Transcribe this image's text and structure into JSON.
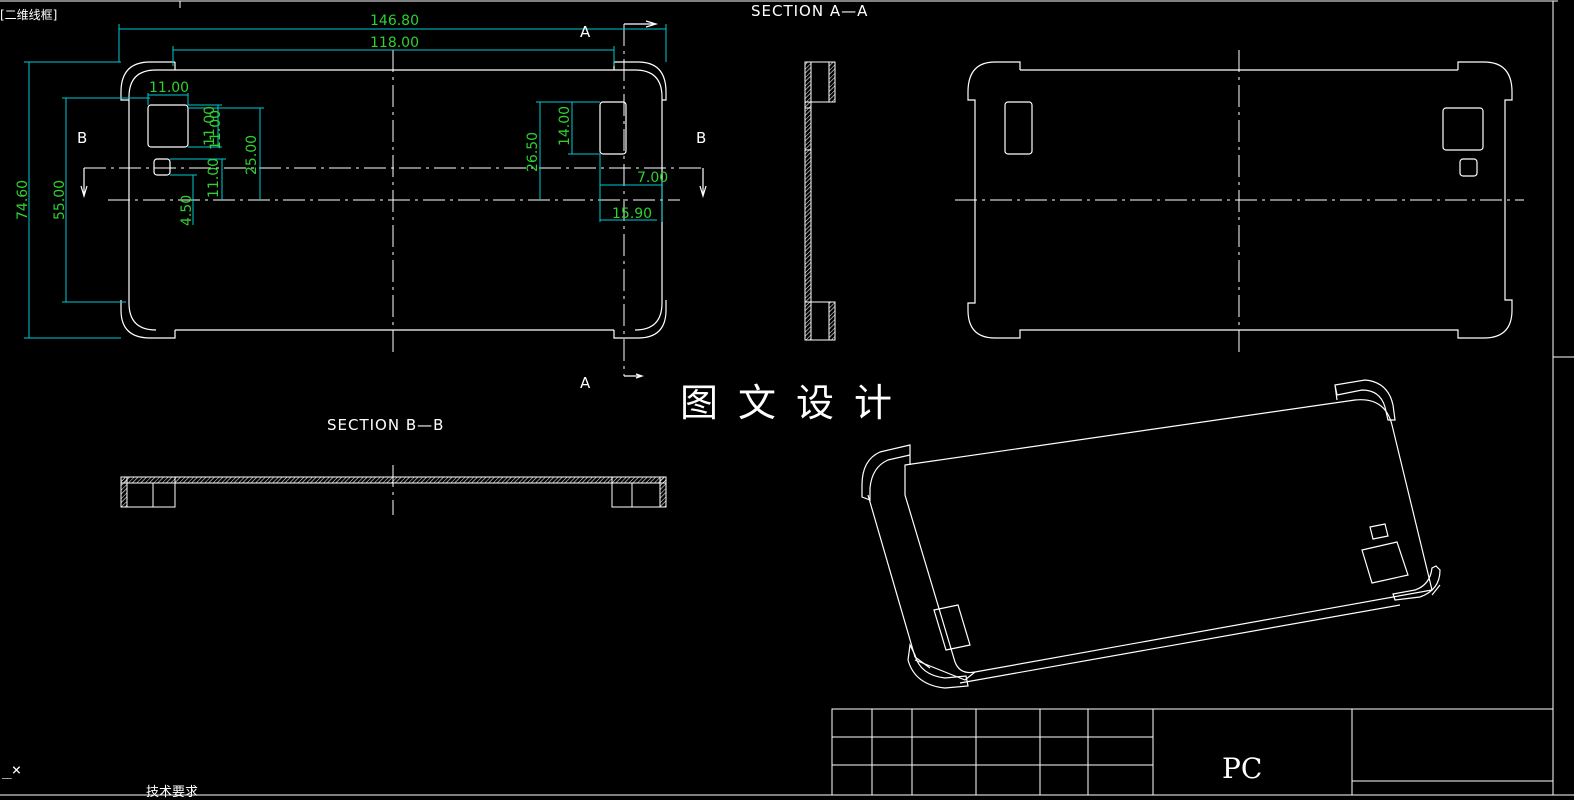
{
  "app": {
    "viewport_label": "[二维线框]",
    "command_prompt": "_×",
    "bottom_text": "技术要求"
  },
  "colors": {
    "background": "#000000",
    "geometry": "#ffffff",
    "dimension_line": "#00c8d2",
    "dimension_text": "#2fd02f"
  },
  "dimensions": {
    "d146_80": "146.80",
    "d118_00": "118.00",
    "d11_00_top": "11.00",
    "d74_60": "74.60",
    "d55_00": "55.00",
    "d11_00_a": "11.00",
    "d11_00_b": "11.00",
    "d25_00": "25.00",
    "d11_00_c": "11.00",
    "d4_50": "4.50",
    "d26_50": "26.50",
    "d14_00": "14.00",
    "d7_00": "7.00",
    "d15_90": "15.90"
  },
  "labels": {
    "section_aa": "SECTION A—A",
    "section_bb": "SECTION B—B",
    "mark_a_top": "A",
    "mark_a_bottom": "A",
    "mark_b_left": "B",
    "mark_b_right": "B",
    "watermark": "图文设计",
    "material": "PC"
  }
}
